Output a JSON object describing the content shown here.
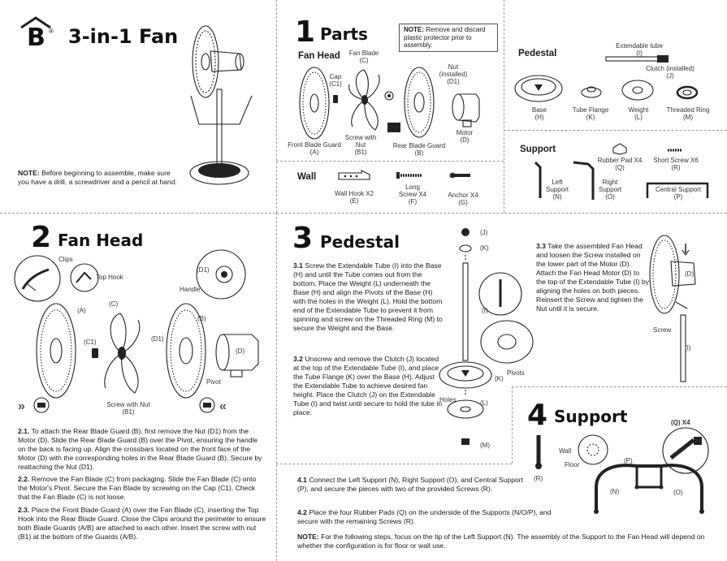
{
  "header": {
    "logo_letter": "B",
    "logo_mark": "®",
    "title": "3-in-1 Fan",
    "note_label": "NOTE:",
    "note_text": " Before beginning to assemble, make sure you have a drill, a screwdriver and a pencil at hand."
  },
  "parts": {
    "number": "1",
    "title": "Parts",
    "fan_head_title": "Fan Head",
    "note_label": "NOTE:",
    "note_text": " Remove and discard plastic protector prior to assembly.",
    "labels": {
      "front_guard": "Front Blade Guard",
      "front_guard_code": "(A)",
      "cap": "Cap",
      "cap_code": "(C1)",
      "fan_blade": "Fan Blade",
      "fan_blade_code": "(C)",
      "screw_nut": "Screw with Nut",
      "screw_nut_code": "(B1)",
      "rear_guard": "Rear Blade Guard",
      "rear_guard_code": "(B)",
      "nut": "Nut (installed)",
      "nut_code": "(D1)",
      "motor": "Motor",
      "motor_code": "(D)"
    },
    "pedestal_title": "Pedestal",
    "pedestal": {
      "ext_tube": "Extendable tube",
      "ext_tube_code": "(I)",
      "clutch": "Clutch (installed)",
      "clutch_code": "(J)",
      "base": "Base",
      "base_code": "(H)",
      "flange": "Tube Flange",
      "flange_code": "(K)",
      "weight": "Weight",
      "weight_code": "(L)",
      "ring": "Threaded Ring",
      "ring_code": "(M)"
    },
    "wall_title": "Wall",
    "wall": {
      "hook": "Wall Hook X2",
      "hook_code": "(E)",
      "long_screw": "Long Screw X4",
      "long_screw_code": "(F)",
      "anchor": "Anchor X4",
      "anchor_code": "(G)"
    },
    "support_title": "Support",
    "support": {
      "rubber": "Rubber Pad X4",
      "rubber_code": "(Q)",
      "short_screw": "Short Screw X6",
      "short_screw_code": "(R)",
      "left": "Left Support",
      "left_code": "(N)",
      "right": "Right Support",
      "right_code": "(O)",
      "central": "Central Support",
      "central_code": "(P)"
    }
  },
  "fan_head": {
    "number": "2",
    "title": "Fan Head",
    "callouts": {
      "clips": "Clips",
      "top_hook": "Top Hook",
      "d1": "(D1)",
      "handle": "Handle",
      "a": "(A)",
      "c": "(C)",
      "c1": "(C1)",
      "d1b": "(D1)",
      "b": "(B)",
      "d": "(D)",
      "pivot": "Pivot",
      "screw_nut": "Screw with Nut",
      "b1": "(B1)",
      "chev_left": "»",
      "chev_right": "«"
    },
    "steps": [
      {
        "id": "2.1.",
        "text": " To attach the Rear Blade Guard (B), first remove the Nut (D1) from the Motor (D). Slide the Rear Blade Guard (B) over the Pivot, ensuring the handle on the back is facing up. Align the crossbars located on the front face of the Motor (D) with the corresponding holes in the Rear Blade Guard (B). Secure by reattaching the Nut (D1)."
      },
      {
        "id": "2.2.",
        "text": " Remove the Fan Blade (C) from packaging. Slide the Fan Blade (C) onto the Motor's Pivot. Secure the Fan Blade by screwing on the Cap (C1). Check that the Fan Blade (C) is not loose."
      },
      {
        "id": "2.3.",
        "text": " Place the Front Blade Guard (A) over the Fan Blade (C), inserting the Top Hook into the Rear Blade Guard. Close the Clips around the perimeter to ensure both Blade Guards (A/B) are attached to each other. Insert the screw with nut (B1) at the bottom of the Guards (A/B)."
      }
    ]
  },
  "pedestal": {
    "number": "3",
    "title": "Pedestal",
    "steps": [
      {
        "id": "3.1",
        "text": " Screw the Extendable Tube (I) into the Base (H) and until the Tube comes out from the bottom. Place the Weight (L) underneath the Base (H) and align the Pivots of the Base (H) with the holes in the Weight (L). Hold the bottom end of the Extendable Tube to prevent it from spinning and screw on the Threaded Ring (M) to secure the Weight and the Base."
      },
      {
        "id": "3.2",
        "text": " Unscrew and remove the Clutch (J) located at the top of the Extendable Tube (I), and place the Tube Flange (K) over the Base (H). Adjust the Extendable Tube to achieve desired fan height. Place the Clutch (J) on the Extendable Tube (I) and twist until secure to hold the tube in place."
      },
      {
        "id": "3.3",
        "text": " Take the assembled Fan Head and loosen the Screw installed on the lower part of the Motor (D). Attach the Fan Head Motor (D) to the top of the Extendable Tube (I) by aligning the holes on both pieces. Reinsert the Screw and tighten the Nut until it is secure."
      }
    ],
    "callouts": {
      "j": "(J)",
      "k": "(K)",
      "i": "(I)",
      "pivots": "Pivots",
      "k2": "(K)",
      "holes": "Holes",
      "l": "(L)",
      "m": "(M)",
      "d": "(D)",
      "screw": "Screw",
      "i2": "(I)"
    }
  },
  "support": {
    "number": "4",
    "title": "Support",
    "callouts": {
      "q4": "(Q) X4",
      "wall": "Wall",
      "floor": "Floor",
      "p": "(P)",
      "r": "(R)",
      "n": "(N)",
      "o": "(O)"
    },
    "steps": [
      {
        "id": "4.1",
        "text": " Connect the Left Support (N), Right Support (O), and Central Support (P), and secure the pieces with two of the provided Screws (R)."
      },
      {
        "id": "4.2",
        "text": " Place the four Rubber Pads (Q) on the underside of the Supports (N/O/P), and secure with the remaining Screws (R)."
      }
    ],
    "note_label": "NOTE:",
    "note_text": " For the following steps, focus on the tip of the Left Support (N). The assembly of the Support to the Fan Head will depend on whether the configuration is for floor or wall use."
  }
}
